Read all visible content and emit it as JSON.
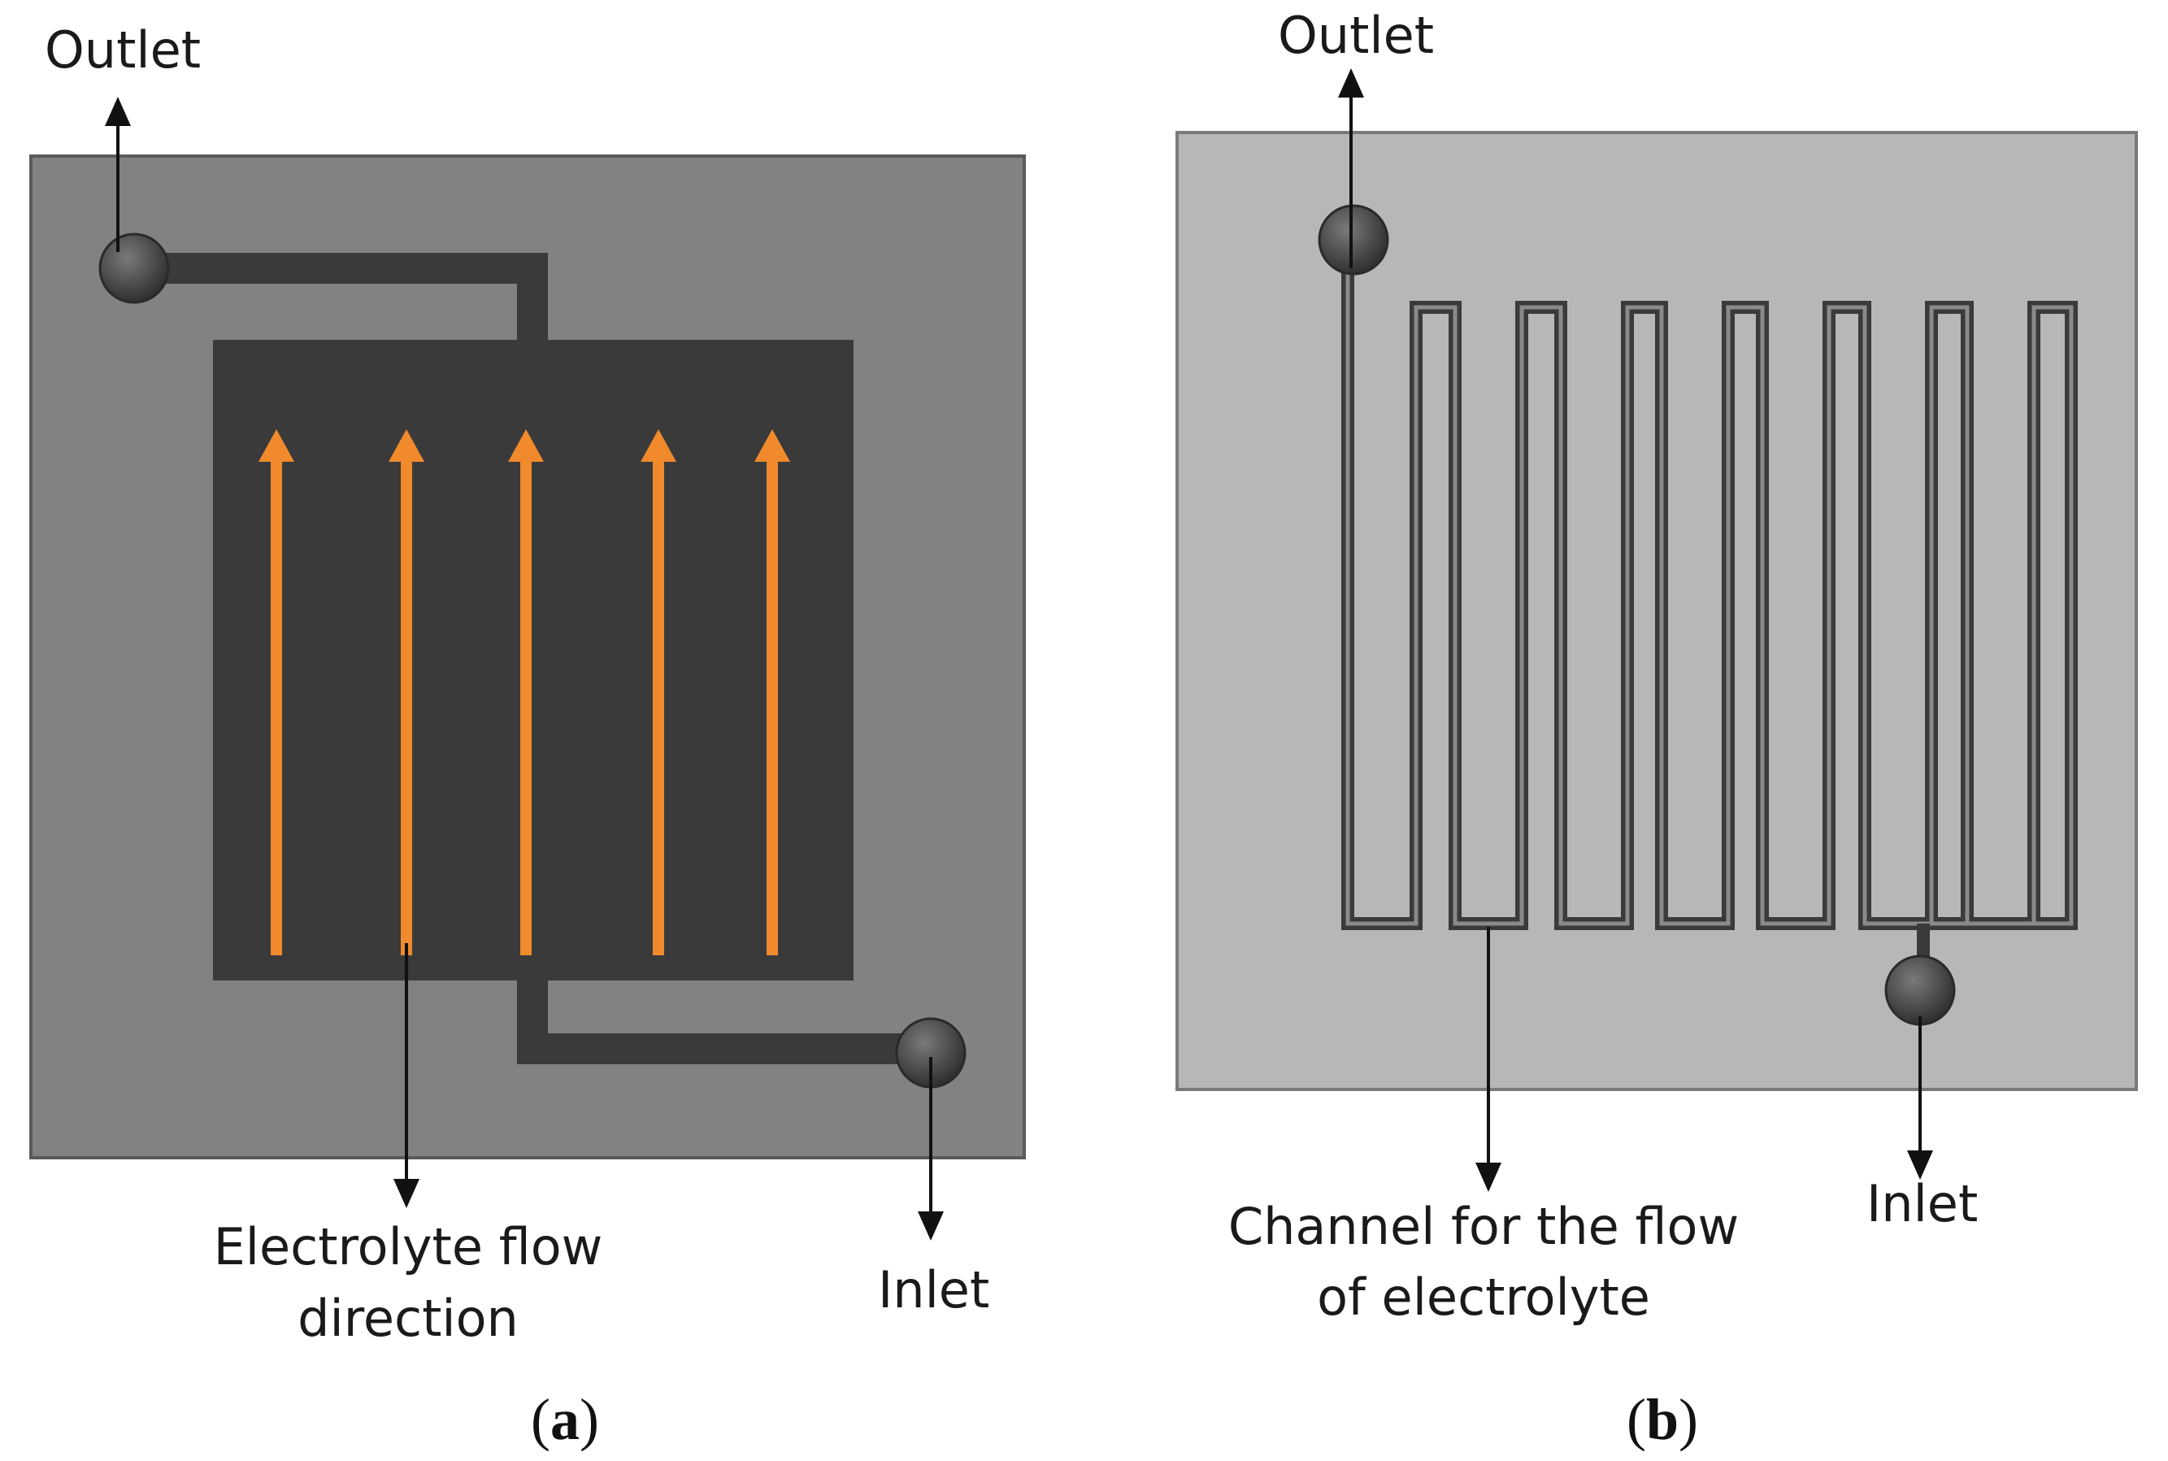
{
  "panel_a": {
    "outlet_label": "Outlet",
    "inlet_label": "Inlet",
    "flow_label_line1": "Electrolyte flow",
    "flow_label_line2": "direction",
    "caption_open": "(",
    "caption_letter": "a",
    "caption_close": ")",
    "arrow_count": 5
  },
  "panel_b": {
    "outlet_label": "Outlet",
    "inlet_label": "Inlet",
    "channel_label_line1": "Channel for the flow",
    "channel_label_line2": "of electrolyte",
    "caption_open": "(",
    "caption_letter": "b",
    "caption_close": ")"
  },
  "colors": {
    "plate_a": "#828282",
    "plate_b": "#b7b7b7",
    "channel": "#3a3a3a",
    "flow_arrow": "#f08a2c",
    "port": "#4a4a4a"
  }
}
